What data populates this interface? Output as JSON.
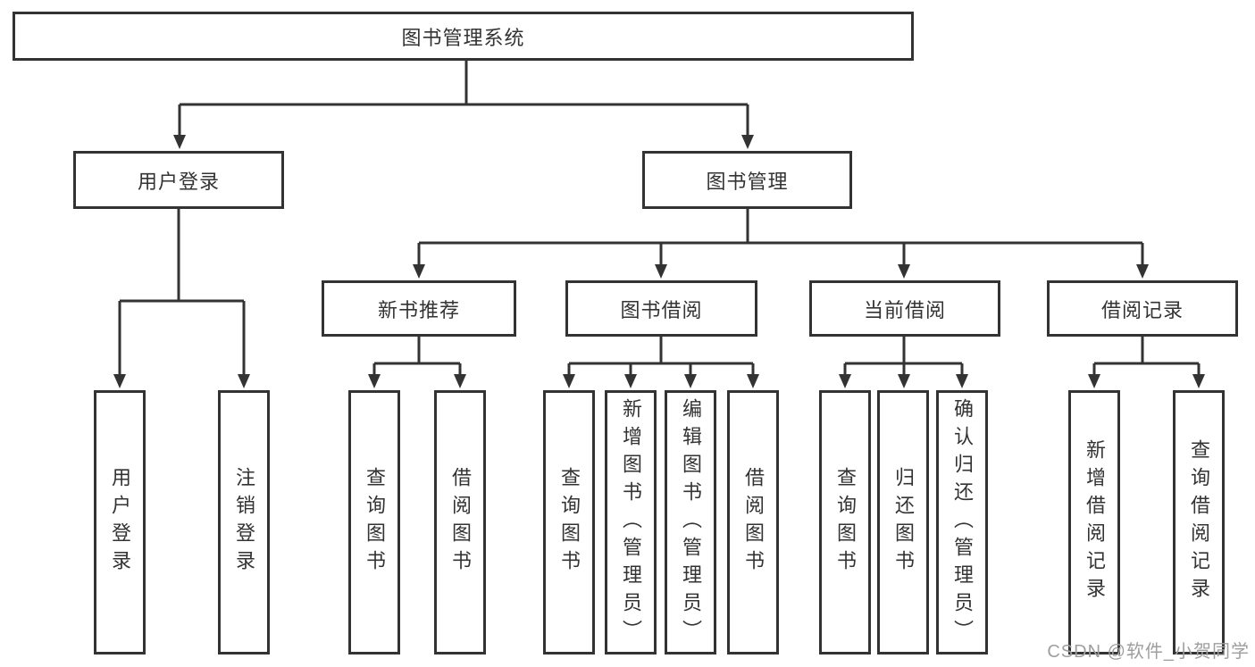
{
  "diagram": {
    "title": "图书管理系统",
    "root": {
      "label": "图书管理系统"
    },
    "level2": {
      "user_login": {
        "label": "用户登录"
      },
      "book_mgmt": {
        "label": "图书管理"
      }
    },
    "level3": {
      "new_book_rec": {
        "label": "新书推荐"
      },
      "book_borrow": {
        "label": "图书借阅"
      },
      "current_borrow": {
        "label": "当前借阅"
      },
      "borrow_records": {
        "label": "借阅记录"
      }
    },
    "leaves": {
      "user_login": [
        "用户登录",
        "注销登录"
      ],
      "new_book_rec": [
        "查询图书",
        "借阅图书"
      ],
      "book_borrow": [
        "查询图书",
        "新增图书（管理员）",
        "编辑图书（管理员）",
        "借阅图书"
      ],
      "current_borrow": [
        "查询图书",
        "归还图书",
        "确认归还（管理员）"
      ],
      "borrow_records": [
        "新增借阅记录",
        "查询借阅记录"
      ]
    }
  },
  "watermark": "CSDN @软件_小贺同学",
  "colors": {
    "line": "#333333",
    "box_border": "#333333",
    "text": "#333333",
    "background": "#ffffff",
    "watermark_text": "#9e9e9e"
  }
}
